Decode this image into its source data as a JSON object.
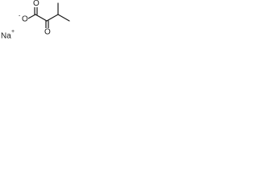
{
  "molecule": {
    "counterion": {
      "symbol": "Na",
      "charge": "+"
    },
    "atoms": {
      "carboxylate_o_double": {
        "symbol": "O"
      },
      "carboxylate_o_single": {
        "symbol": "O",
        "charge": "-"
      },
      "ketone_o": {
        "symbol": "O"
      }
    }
  },
  "colors": {
    "ink": "#1a1a1a",
    "background": "#ffffff"
  }
}
